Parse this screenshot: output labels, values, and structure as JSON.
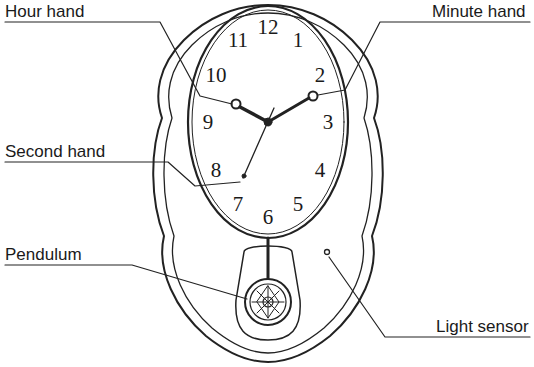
{
  "diagram": {
    "labels": [
      "Hour hand",
      "Minute hand",
      "Second hand",
      "Pendulum",
      "Light sensor",
      "12",
      "1",
      "2",
      "3",
      "4",
      "5",
      "6",
      "7",
      "8",
      "9",
      "10",
      "11"
    ]
  }
}
